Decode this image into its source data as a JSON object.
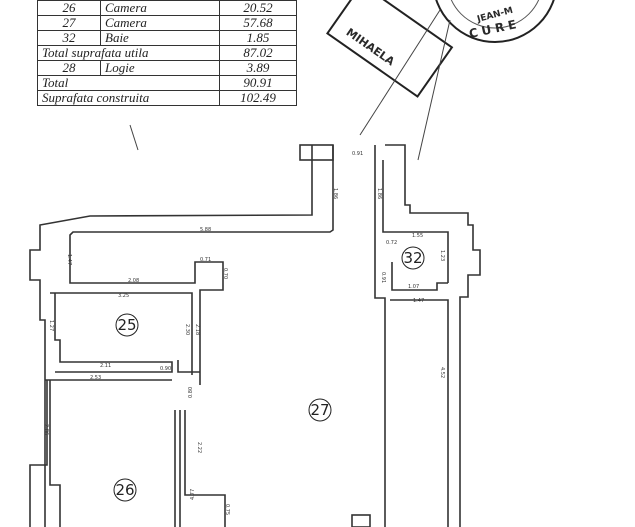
{
  "area_table": {
    "rows": [
      {
        "nr": "26",
        "name": "Camera",
        "area": "20.52"
      },
      {
        "nr": "27",
        "name": "Camera",
        "area": "57.68"
      },
      {
        "nr": "32",
        "name": "Baie",
        "area": "1.85"
      },
      {
        "label": "Total suprafata utila",
        "area": "87.02"
      },
      {
        "nr": "28",
        "name": "Logie",
        "area": "3.89"
      },
      {
        "label": "Total",
        "area": "90.91"
      },
      {
        "label": "Suprafata construita",
        "area": "102.49"
      }
    ]
  },
  "stamp": {
    "text": "MIHAELA",
    "seal_text_1": "JEAN-M",
    "seal_text_2": "CURE"
  },
  "rooms": {
    "r25": "25",
    "r26": "26",
    "r27": "27",
    "r32": "32"
  },
  "dimensions": {
    "corridor_len": "5.88",
    "corridor_w": "1.47",
    "hall_len": "2.08",
    "niche_w": "0.71",
    "niche_h": "0.70",
    "r25_w": "3.25",
    "r25_h_left": "1.27",
    "r25_h_right": "2.30",
    "r25_wall": "2.18",
    "r25_bottom": "2.11",
    "door1": "0.90",
    "r26_top": "2.53",
    "r26_left": "2.86",
    "door2": "0.80",
    "r26_right_a": "2.22",
    "r26_right_b": "4.77",
    "r26_niche": "0.75",
    "entry_left": "1.86",
    "entry_right": "1.86",
    "door_top": "0.91",
    "r32_w": "1.55",
    "r32_h": "1.23",
    "r32_bottom": "1.07",
    "r32_door": "0.91",
    "r32_door2": "0.72",
    "r27_top": "1.47",
    "r27_right": "4.52"
  }
}
